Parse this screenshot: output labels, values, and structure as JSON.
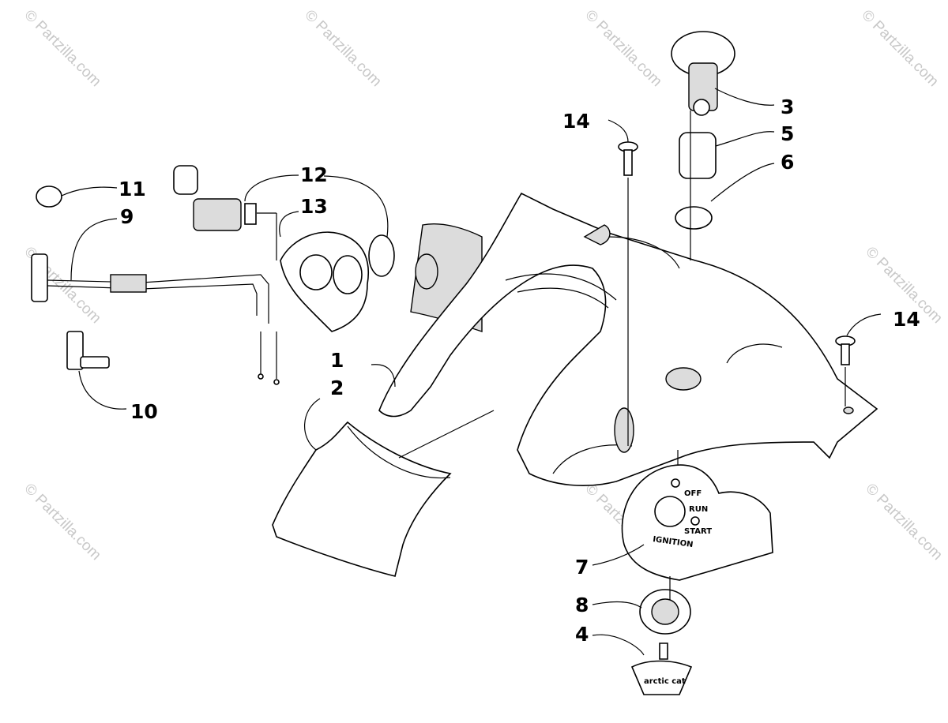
{
  "watermark": {
    "text": "© Partzilla.com"
  },
  "callouts": [
    "1",
    "2",
    "3",
    "4",
    "5",
    "6",
    "7",
    "8",
    "9",
    "10",
    "11",
    "12",
    "13",
    "14",
    "14"
  ],
  "ignition_plate": {
    "off": "OFF",
    "run": "RUN",
    "start": "START",
    "ignition": "IGNITION"
  },
  "key_label": "arctic cat"
}
